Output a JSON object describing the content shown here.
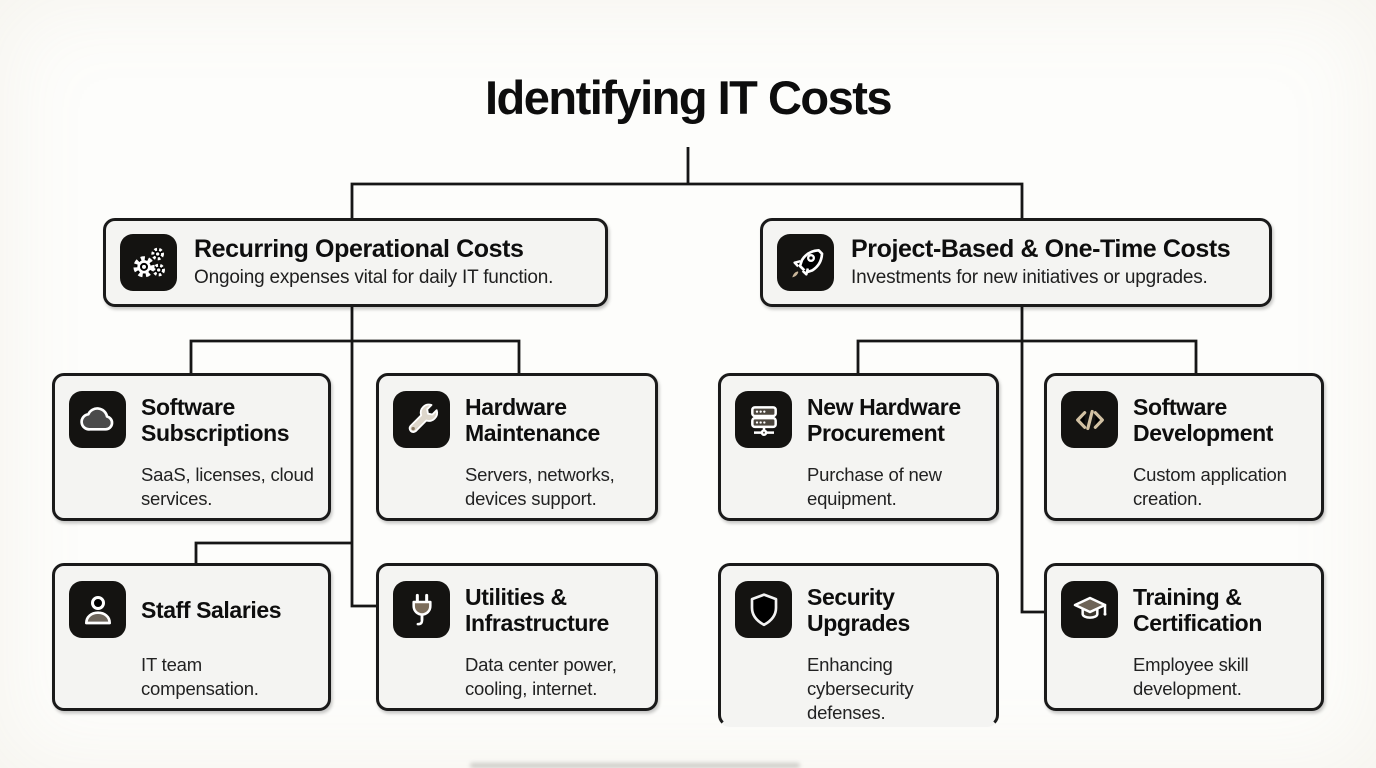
{
  "page": {
    "title": "Identifying IT Costs"
  },
  "colors": {
    "background": "#fdfdfb",
    "card_fill": "#f4f4f2",
    "card_border": "#1a1a1a",
    "line_color": "#161616",
    "icon_tile": "#141311",
    "title_text": "#0d0d0d",
    "body_text": "#222222",
    "icon_accent_beige": "#d2c1a3",
    "icon_accent_brown": "#7d6e5c",
    "icon_accent_gray": "#4a4a4a"
  },
  "branches": [
    {
      "title": "Recurring Operational Costs",
      "description": "Ongoing expenses vital for daily IT function.",
      "icon": "gears-icon",
      "children": [
        {
          "title": "Software Subscriptions",
          "description": "SaaS, licenses, cloud services.",
          "icon": "cloud-icon"
        },
        {
          "title": "Hardware Maintenance",
          "description": "Servers, networks, devices support.",
          "icon": "wrench-icon"
        },
        {
          "title": "Staff Salaries",
          "description": "IT team compensation.",
          "icon": "person-icon"
        },
        {
          "title": "Utilities & Infrastructure",
          "description": "Data center power, cooling, internet.",
          "icon": "plug-icon"
        }
      ]
    },
    {
      "title": "Project-Based & One-Time Costs",
      "description": "Investments for new initiatives or upgrades.",
      "icon": "rocket-icon",
      "children": [
        {
          "title": "New Hardware Procurement",
          "description": "Purchase of new equipment.",
          "icon": "server-icon"
        },
        {
          "title": "Software Development",
          "description": "Custom application creation.",
          "icon": "code-icon"
        },
        {
          "title": "Security Upgrades",
          "description": "Enhancing cybersecurity defenses.",
          "icon": "shield-icon"
        },
        {
          "title": "Training & Certification",
          "description": "Employee skill development.",
          "icon": "graduation-cap-icon"
        }
      ]
    }
  ]
}
